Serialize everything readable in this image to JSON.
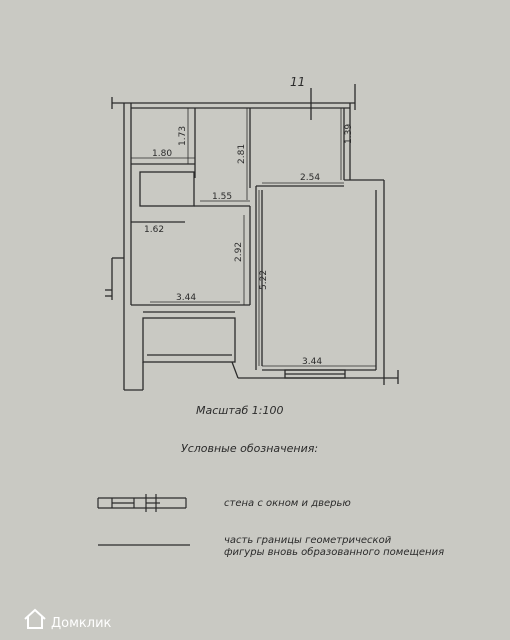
{
  "plan": {
    "axis_label": "11",
    "dimensions": {
      "d173": "1.73",
      "d180": "1.80",
      "d281": "2.81",
      "d139": "1.39",
      "d254": "2.54",
      "d155": "1.55",
      "d162": "1.62",
      "d292": "2.92",
      "d522": "5.22",
      "d344a": "3.44",
      "d344b": "3.44"
    }
  },
  "scale_label": "Масштаб   1:100",
  "legend": {
    "title": "Условные обозначения:",
    "item1": "стена с окном и дверью",
    "item2_line1": "часть границы геометрической",
    "item2_line2": "фигуры вновь образованного помещения"
  },
  "watermark": {
    "text": "Домклик"
  },
  "colors": {
    "paper": "#c9c9c3",
    "ink": "#2b2b2b",
    "watermark": "#ffffff"
  }
}
